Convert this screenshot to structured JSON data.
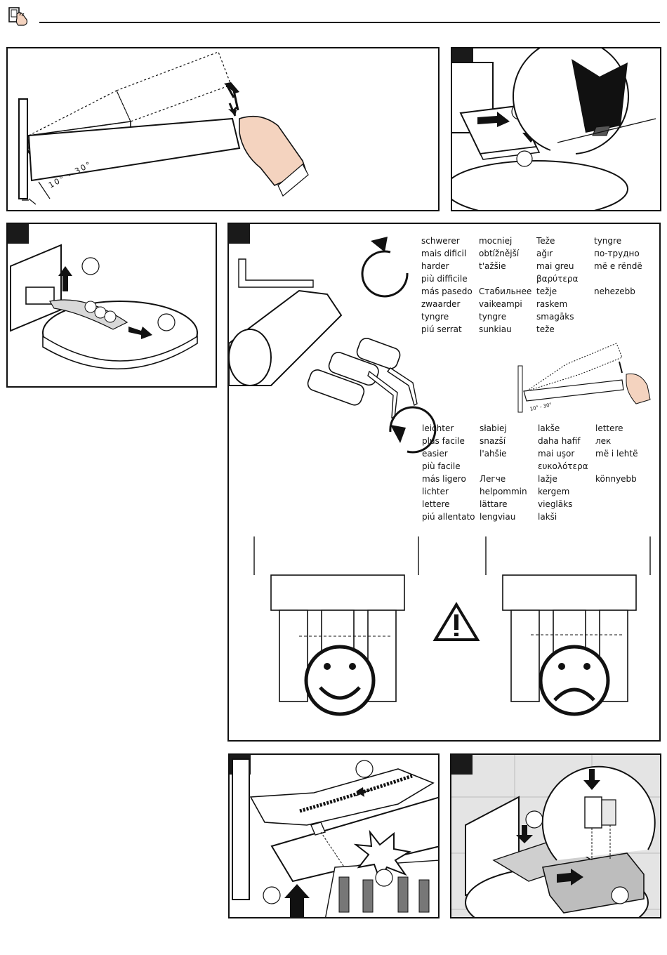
{
  "header": {
    "icon": "hand-manual-icon"
  },
  "panel1": {
    "angle_label": "10° - 30°"
  },
  "panel4": {
    "harder_words": [
      [
        "schwerer",
        "mais dificil",
        "harder",
        "più difficile",
        "más pasedo",
        "zwaarder",
        "tyngre",
        "piú serrat"
      ],
      [
        "mocniej",
        "obtížnější",
        "t'ažšie",
        "",
        "Стабильнее",
        "vaikeampi",
        "tyngre",
        "sunkiau"
      ],
      [
        "Teže",
        "ağır",
        "mai greu",
        "βαρύτερα",
        "težje",
        "raskem",
        "smagāks",
        "teže"
      ],
      [
        "tyngre",
        "по-трудно",
        "më e rëndë",
        "",
        "nehezebb",
        "",
        "",
        ""
      ]
    ],
    "easier_words": [
      [
        "leichter",
        "plus facile",
        "easier",
        "più facile",
        "más ligero",
        "lichter",
        "lettere",
        "piú allentato"
      ],
      [
        "słabiej",
        "snazší",
        "l'ahšie",
        "",
        "Легче",
        "helpommin",
        "lättare",
        "lengviau"
      ],
      [
        "lakše",
        "daha hafif",
        "mai uşor",
        "ευκολότερα",
        "lažje",
        "kergem",
        "vieglāks",
        "lakši"
      ],
      [
        "lettere",
        "лек",
        "më i lehtë",
        "",
        "könnyebb",
        "",
        "",
        ""
      ]
    ],
    "mini_angle_label": "10° - 30°"
  }
}
